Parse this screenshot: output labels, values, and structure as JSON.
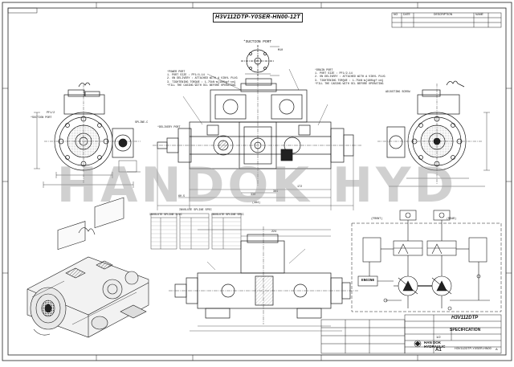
{
  "drawing": {
    "title": "H3V112DTP-Y0SER-HN00-12T",
    "watermark": "HANDOK HYD"
  },
  "callouts": {
    "suction_port_top": "*SUCTION PORT",
    "suction_port_left": "*SUCTION PORT",
    "delivery_port": "*DELIVERY PORT",
    "power_port_note": "*POWER PORT\n1. PORT SIZE : PF1/4-14\n2. ON DELIVERY : ATTACHED WITH A VINYL PLUG\n3. TIGHTENING TORQUE : 1.75kN·m{180kgf·cm}\n*FILL THE CASING WITH OIL BEFORE OPERATING",
    "power_port_note_right": "*DRAIN PORT\n1. PORT SIZE : PF1/2-14\n2. ON DELIVERY : ATTACHED WITH A VINYL PLUG\n3. TIGHTENING TORQUE : 1.75kN·m{180kgf·cm}\n*FILL THE CASING WITH OIL BEFORE OPERATING",
    "adjusting_screw": "ADJUSTING SCREW",
    "spline": "SPLINE-C",
    "pt_port": "PF1/2",
    "m_port": "M10",
    "dim_381": "381",
    "dim_330": "330",
    "dim_172": "172",
    "dim_total": "(384)",
    "dim_224": "224",
    "dim_60_5": "60.5",
    "front_label": "(FRONT)",
    "rear_label": "(REAR)",
    "engine_label": "ENGINE",
    "spline_table_left": "INVOLUTE SPLINE SPEC",
    "spline_table_mid": "INVOLUTE SPLINE SPEC",
    "spline_table_right": "INVOLUTE SPLINE SPEC"
  },
  "title_block": {
    "model": "H3V112DTP",
    "description": "SPECIFICATION",
    "company": "HAN DOK HYDRAULIC",
    "drawing_no": "H3V112DTP-Y0SER-HN00",
    "sheet": "A1",
    "scale": "1/2",
    "rev": "A"
  },
  "revision_table": {
    "headers": [
      "NO",
      "DATE",
      "DESCRIPTION",
      "NAME"
    ]
  },
  "colors": {
    "line": "#1a1a1a",
    "watermark": "#999999",
    "paper": "#ffffff"
  }
}
